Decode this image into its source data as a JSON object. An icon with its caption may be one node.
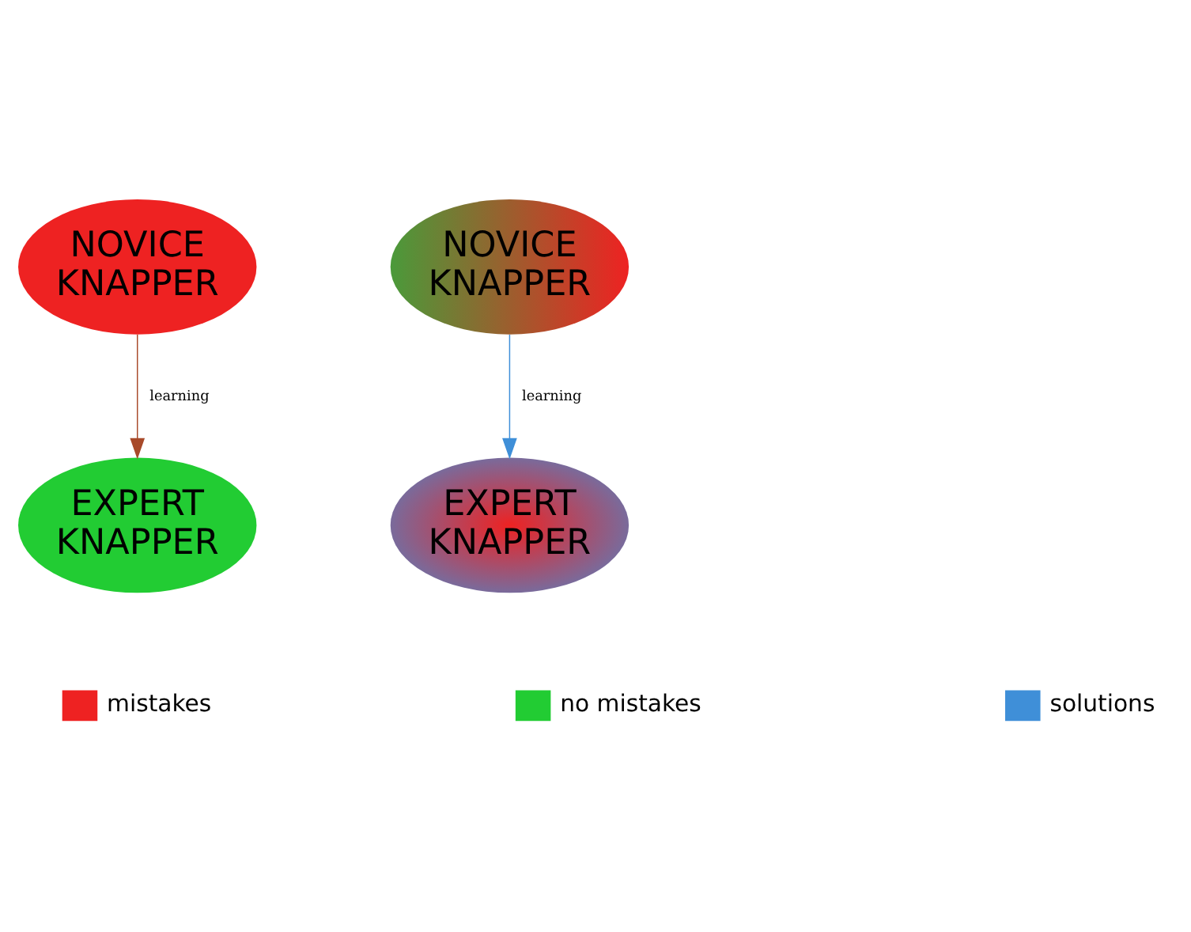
{
  "diagram": {
    "nodes": [
      {
        "text": [
          "NOVICE KNAPPER"
        ]
      },
      {
        "text": [
          "EXPERT KNAPPER"
        ]
      },
      {
        "text": [
          "NOVICE KNAPPER"
        ]
      },
      {
        "text": [
          "EXPERT KNAPPER"
        ]
      }
    ],
    "edges": [
      {
        "from": 0,
        "to": 1,
        "arrow": "to",
        "label": "learning",
        "color": "#a84a2a"
      },
      {
        "from": 2,
        "to": 3,
        "arrow": "to",
        "label": "learning",
        "color": "#3f8fd8"
      }
    ],
    "legend": [
      {
        "text": "mistakes",
        "color": "#ee2222"
      },
      {
        "text": "no mistakes",
        "color": "#22cc33"
      },
      {
        "text": "solutions",
        "color": "#3f8fd8"
      }
    ]
  }
}
